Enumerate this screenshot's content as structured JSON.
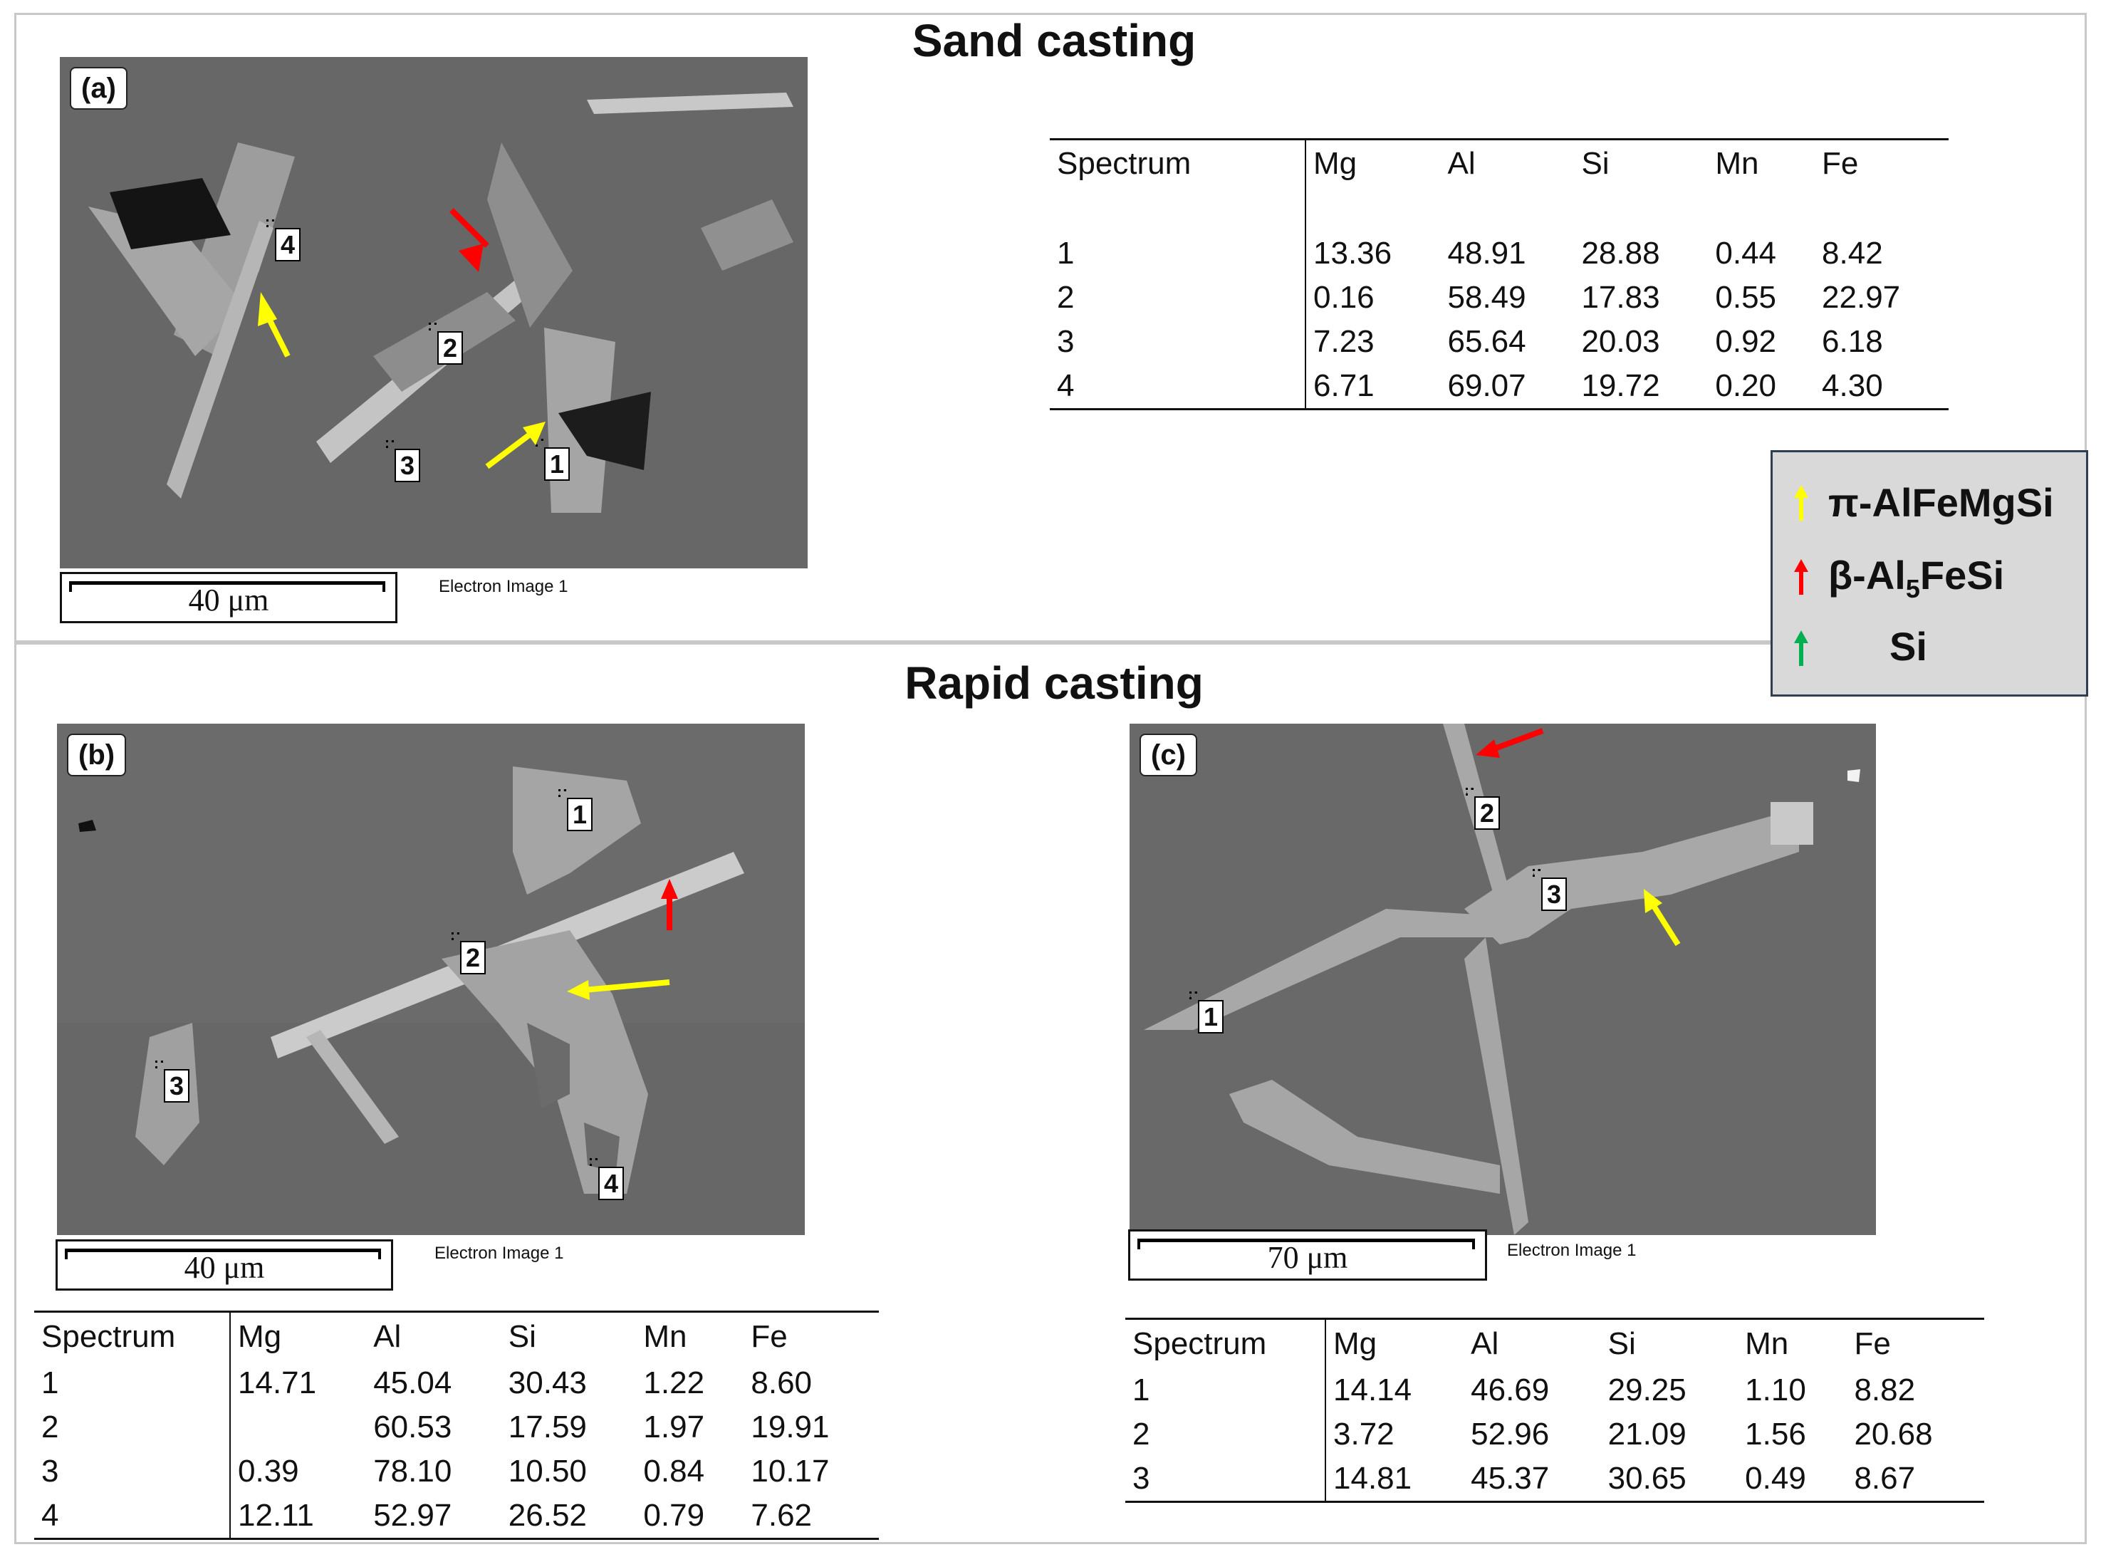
{
  "sections": {
    "sand": {
      "title": "Sand casting"
    },
    "rapid": {
      "title": "Rapid casting"
    }
  },
  "panels": [
    {
      "label": "(a)",
      "scale": "40 μm",
      "caption": "Electron Image 1",
      "spots": [
        "1",
        "2",
        "3",
        "4"
      ]
    },
    {
      "label": "(b)",
      "scale": "40 μm",
      "caption": "Electron Image 1",
      "spots": [
        "1",
        "2",
        "3",
        "4"
      ]
    },
    {
      "label": "(c)",
      "scale": "70 μm",
      "caption": "Electron Image 1",
      "spots": [
        "1",
        "2",
        "3"
      ]
    }
  ],
  "legend": {
    "items": [
      {
        "label": "π-AlFeMgSi",
        "color": "#ffff00"
      },
      {
        "label_main": "β-Al",
        "label_sub": "5",
        "label_end": "FeSi",
        "color": "#ff0000"
      },
      {
        "label": "Si",
        "color": "#00b050"
      }
    ]
  },
  "tables": {
    "a": {
      "headers": [
        "Spectrum",
        "Mg",
        "Al",
        "Si",
        "Mn",
        "Fe"
      ],
      "rows": [
        [
          "1",
          "13.36",
          "48.91",
          "28.88",
          "0.44",
          "8.42"
        ],
        [
          "2",
          "0.16",
          "58.49",
          "17.83",
          "0.55",
          "22.97"
        ],
        [
          "3",
          "7.23",
          "65.64",
          "20.03",
          "0.92",
          "6.18"
        ],
        [
          "4",
          "6.71",
          "69.07",
          "19.72",
          "0.20",
          "4.30"
        ]
      ]
    },
    "b": {
      "headers": [
        "Spectrum",
        "Mg",
        "Al",
        "Si",
        "Mn",
        "Fe"
      ],
      "rows": [
        [
          "1",
          "14.71",
          "45.04",
          "30.43",
          "1.22",
          "8.60"
        ],
        [
          "2",
          "",
          "60.53",
          "17.59",
          "1.97",
          "19.91"
        ],
        [
          "3",
          "0.39",
          "78.10",
          "10.50",
          "0.84",
          "10.17"
        ],
        [
          "4",
          "12.11",
          "52.97",
          "26.52",
          "0.79",
          "7.62"
        ]
      ]
    },
    "c": {
      "headers": [
        "Spectrum",
        "Mg",
        "Al",
        "Si",
        "Mn",
        "Fe"
      ],
      "rows": [
        [
          "1",
          "14.14",
          "46.69",
          "29.25",
          "1.10",
          "8.82"
        ],
        [
          "2",
          "3.72",
          "52.96",
          "21.09",
          "1.56",
          "20.68"
        ],
        [
          "3",
          "14.81",
          "45.37",
          "30.65",
          "0.49",
          "8.67"
        ]
      ]
    }
  }
}
